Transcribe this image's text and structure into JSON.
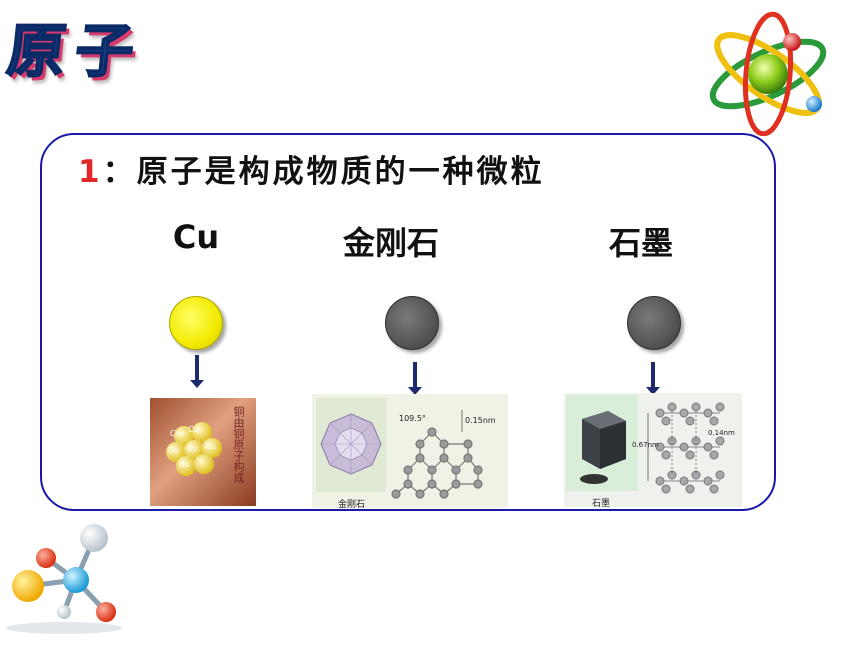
{
  "title": "原子",
  "heading": {
    "number": "1",
    "colon": "：",
    "text": "原子是构成物质的一种微粒"
  },
  "substances": [
    {
      "label": "Cu"
    },
    {
      "label": "金刚石"
    },
    {
      "label": "石墨"
    }
  ],
  "cu_image": {
    "side_text": "铜由铜原子构成",
    "atom_labels": [
      "Cu",
      "Cu",
      "Cu",
      "Cu",
      "Cu",
      "Cu"
    ]
  },
  "diamond_image": {
    "caption": "金刚石",
    "angle": "109.5°",
    "bond_length": "0.15nm"
  },
  "graphite_image": {
    "caption": "石墨",
    "layer_distance": "0.67nm",
    "bond_length": "0.14nm"
  },
  "colors": {
    "panel_border": "#1a1aa8",
    "copper_atom": "#f2ea00",
    "carbon_atom": "#555555",
    "number": "#e0262a",
    "title": "#1b4fa0"
  }
}
